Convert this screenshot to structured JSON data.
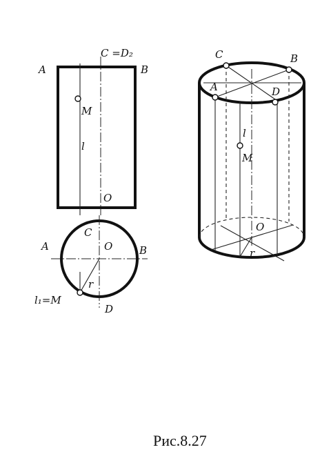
{
  "labels": {
    "front_A": "A",
    "front_B": "B",
    "front_C_D2": "C =D₂",
    "front_M": "M",
    "front_l": "l",
    "front_O": "O",
    "plan_C": "C",
    "plan_A": "A",
    "plan_O": "O",
    "plan_B": "B",
    "plan_r": "r",
    "plan_D": "D",
    "plan_l1M": "l₁=M",
    "iso_C": "C",
    "iso_B": "B",
    "iso_A": "A",
    "iso_D": "D",
    "iso_l": "l",
    "iso_M": "M",
    "iso_O": "O",
    "iso_r": "r"
  },
  "caption": "Рис.8.27"
}
